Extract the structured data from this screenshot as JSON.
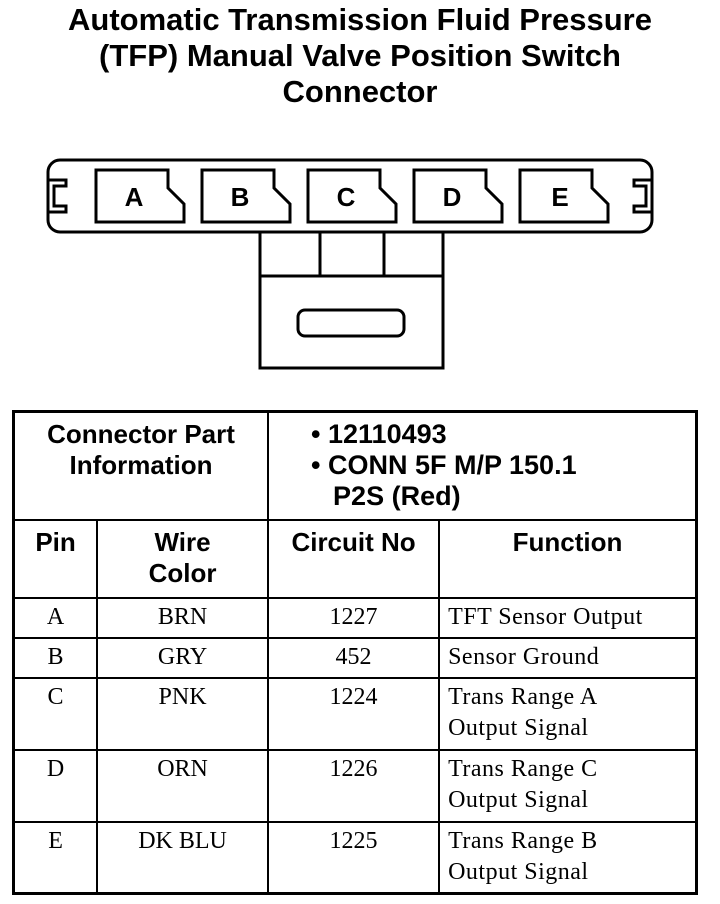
{
  "title": {
    "line1": "Automatic Transmission Fluid Pressure",
    "line2": "(TFP) Manual Valve Position Switch",
    "line3": "Connector"
  },
  "connector": {
    "cavities": [
      "A",
      "B",
      "C",
      "D",
      "E"
    ]
  },
  "part_info": {
    "label_line1": "Connector Part",
    "label_line2": "Information",
    "bullet1": "• 12110493",
    "bullet2": "• CONN 5F M/P 150.1",
    "bullet2_cont": "P2S (Red)"
  },
  "table": {
    "headers": {
      "pin": "Pin",
      "wire_line1": "Wire",
      "wire_line2": "Color",
      "circuit": "Circuit No",
      "function": "Function"
    },
    "rows": [
      {
        "pin": "A",
        "wire": "BRN",
        "circuit": "1227",
        "func1": "TFT Sensor Output",
        "func2": ""
      },
      {
        "pin": "B",
        "wire": "GRY",
        "circuit": "452",
        "func1": "Sensor Ground",
        "func2": ""
      },
      {
        "pin": "C",
        "wire": "PNK",
        "circuit": "1224",
        "func1": "Trans Range A",
        "func2": "Output Signal"
      },
      {
        "pin": "D",
        "wire": "ORN",
        "circuit": "1226",
        "func1": "Trans Range C",
        "func2": "Output Signal"
      },
      {
        "pin": "E",
        "wire": "DK BLU",
        "circuit": "1225",
        "func1": "Trans Range B",
        "func2": "Output Signal"
      }
    ]
  }
}
